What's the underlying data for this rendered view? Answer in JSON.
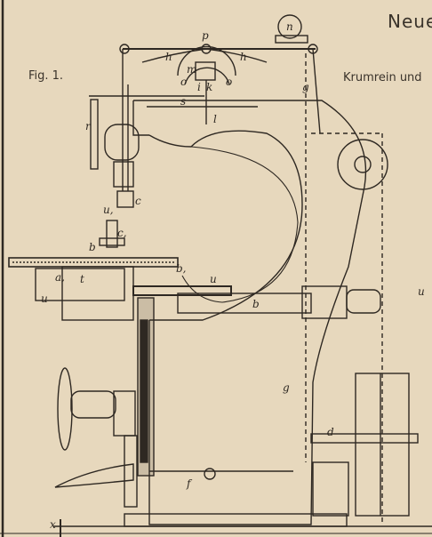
{
  "header": {
    "title": "Neue",
    "subtitle": "Krumrein und",
    "figure_label": "Fig. 1."
  },
  "labels": {
    "p": "p",
    "n": "n",
    "h_left": "h",
    "h_right": "h",
    "m": "m",
    "o_left": "o",
    "o_right": "o",
    "i": "i",
    "k": "k",
    "g_top": "g",
    "s": "s",
    "l": "l",
    "r": "r",
    "c_tool": "c",
    "u1": "u,",
    "c1": "c,",
    "b_slide": "b",
    "b1": "b,",
    "a1": "a,",
    "t": "t",
    "u_left": "u",
    "u_table": "u",
    "b_arm": "b",
    "g_lower": "g",
    "d": "d",
    "f": "f",
    "x": "x",
    "u_edge": "u"
  },
  "colors": {
    "paper": "#e7d8bd",
    "ink": "#2e2822"
  }
}
